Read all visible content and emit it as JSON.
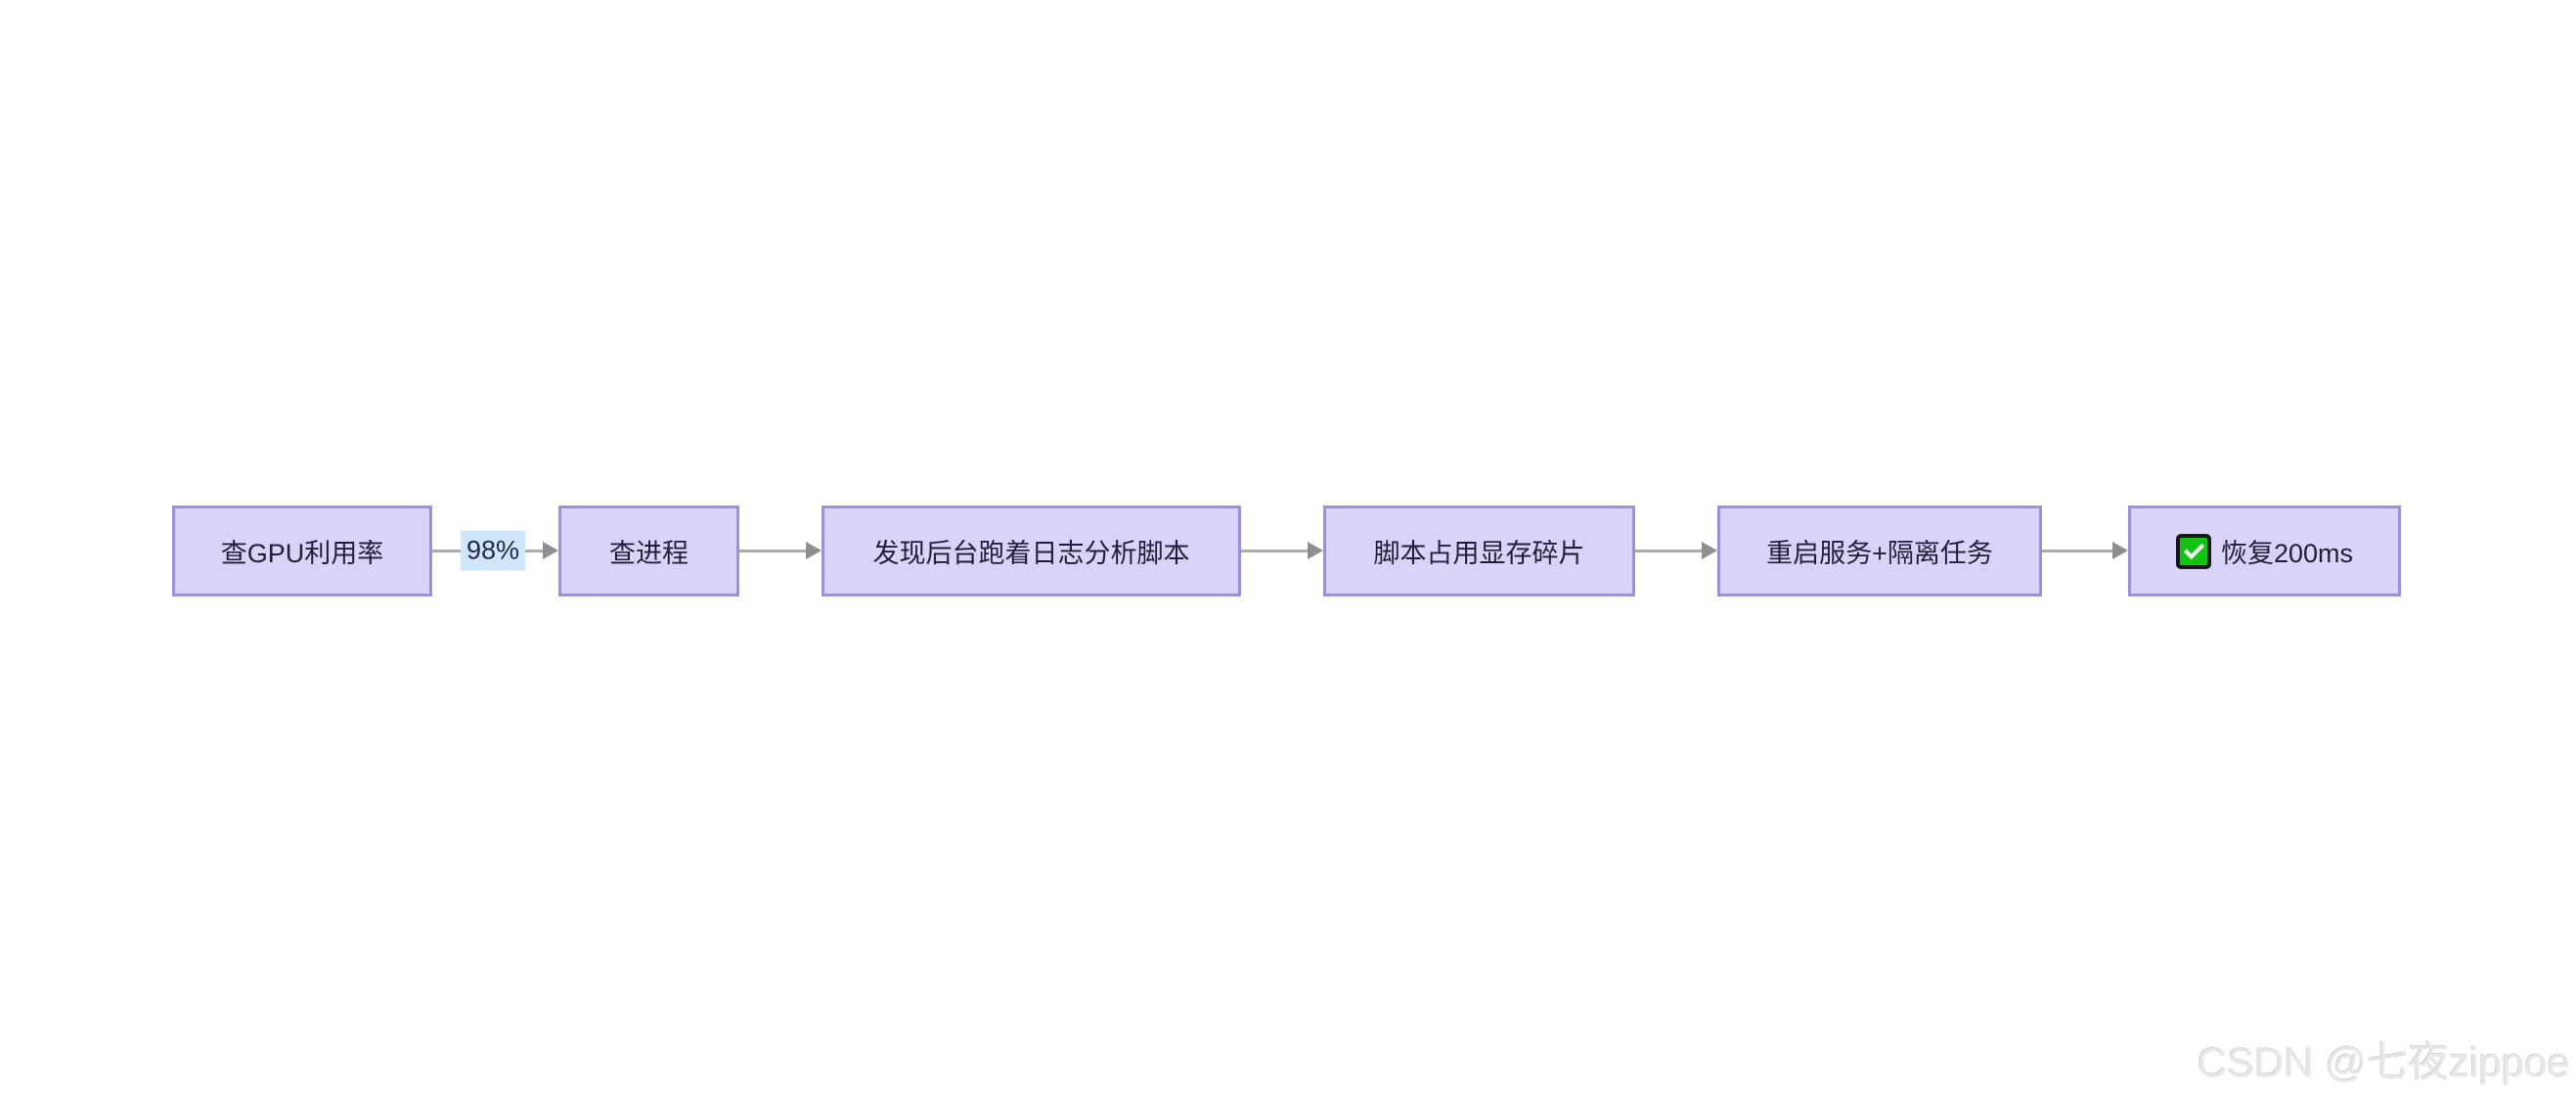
{
  "diagram": {
    "type": "flowchart-horizontal",
    "nodes": [
      {
        "id": "A",
        "label": "查GPU利用率"
      },
      {
        "id": "B",
        "label": "查进程"
      },
      {
        "id": "C",
        "label": "发现后台跑着日志分析脚本"
      },
      {
        "id": "D",
        "label": "脚本占用显存碎片"
      },
      {
        "id": "E",
        "label": "重启服务+隔离任务"
      },
      {
        "id": "F",
        "label": "恢复200ms",
        "icon": "check-mark-emoji"
      }
    ],
    "edges": [
      {
        "from": "A",
        "to": "B",
        "label": "98%"
      },
      {
        "from": "B",
        "to": "C",
        "label": ""
      },
      {
        "from": "C",
        "to": "D",
        "label": ""
      },
      {
        "from": "D",
        "to": "E",
        "label": ""
      },
      {
        "from": "E",
        "to": "F",
        "label": ""
      }
    ],
    "colors": {
      "node_fill": "#d9d3f7",
      "node_border": "#9a8fe6",
      "node_text": "#1f1f3d",
      "edge_line": "#ababab",
      "edge_label_bg": "#cfe7fb",
      "check_green": "#12c412"
    }
  },
  "watermark": {
    "text": "CSDN @七夜zippoe"
  }
}
